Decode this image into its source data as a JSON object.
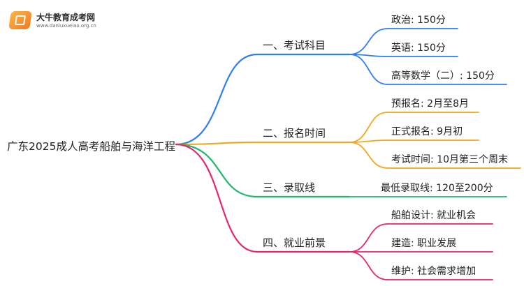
{
  "logo": {
    "name": "大牛教育成考网",
    "url": "www.daniuxueiao.org.cn",
    "icon": "book-logo-icon"
  },
  "root": {
    "label": "广东2025成人高考船舶与海洋工程"
  },
  "branches": [
    {
      "label": "一、考试科目",
      "color": "#2f7df6",
      "children": [
        "政治: 150分",
        "英语: 150分",
        "高等数学（二）: 150分"
      ]
    },
    {
      "label": "二、报名时间",
      "color": "#f0a81e",
      "children": [
        "预报名: 2月至8月",
        "正式报名: 9月初",
        "考试时间: 10月第三个周末"
      ]
    },
    {
      "label": "三、录取线",
      "color": "#1fb86a",
      "children": [
        "最低录取线: 120至200分"
      ]
    },
    {
      "label": "四、就业前景",
      "color": "#e9246e",
      "children": [
        "船舶设计: 就业机会",
        "建造: 职业发展",
        "维护: 社会需求增加"
      ]
    }
  ]
}
